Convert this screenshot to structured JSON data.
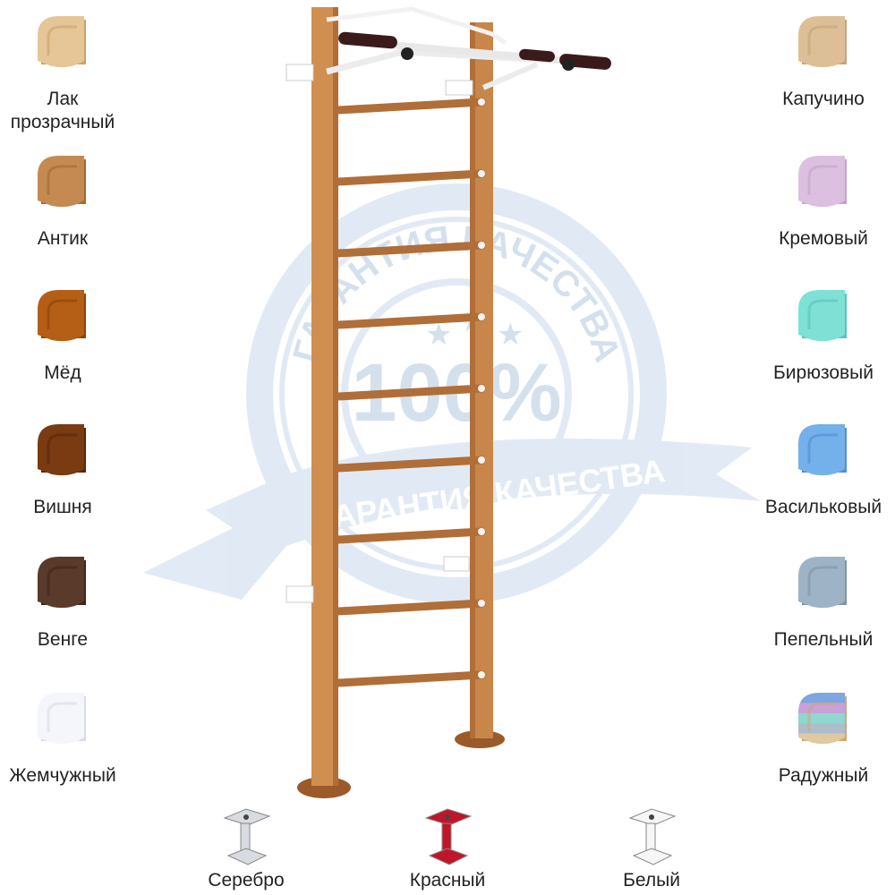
{
  "watermark": {
    "ring_text": "ГАРАНТИЯ КАЧЕСТВА",
    "center_text": "100%",
    "ribbon_text": "ГАРАНТИЯ КАЧЕСТВА"
  },
  "colors_left": [
    {
      "label": "Лак\nпрозрачный",
      "color": "#e6c596",
      "shade": "#c9a26c"
    },
    {
      "label": "Антик",
      "color": "#c48a52",
      "shade": "#a06a35"
    },
    {
      "label": "Мёд",
      "color": "#b55e16",
      "shade": "#8e430a"
    },
    {
      "label": "Вишня",
      "color": "#7a3a12",
      "shade": "#5a2608"
    },
    {
      "label": "Венге",
      "color": "#5a3a2a",
      "shade": "#3e251a"
    },
    {
      "label": "Жемчужный",
      "color": "#f4f6fb",
      "shade": "#d8dce6"
    }
  ],
  "colors_right": [
    {
      "label": "Капучино",
      "color": "#ddbf97",
      "shade": "#c4a47a"
    },
    {
      "label": "Кремовый",
      "color": "#dcc0e0",
      "shade": "#c4a3c9"
    },
    {
      "label": "Бирюзовый",
      "color": "#7fe0d6",
      "shade": "#56c4b9"
    },
    {
      "label": "Васильковый",
      "color": "#74b0ea",
      "shade": "#4f8fd0"
    },
    {
      "label": "Пепельный",
      "color": "#9eb3c6",
      "shade": "#7d94a8"
    },
    {
      "label": "Радужный",
      "color": "#e0c8a0",
      "shade": "#c9a878"
    }
  ],
  "mounts": [
    {
      "label": "Серебро",
      "color": "#d8dbe0"
    },
    {
      "label": "Красный",
      "color": "#c0152a"
    },
    {
      "label": "Белый",
      "color": "#f6f6f6"
    }
  ],
  "product": {
    "wood_color": "#c8864a",
    "rung_color": "#b06e38",
    "frame_color": "#ffffff",
    "rung_count": 9
  }
}
